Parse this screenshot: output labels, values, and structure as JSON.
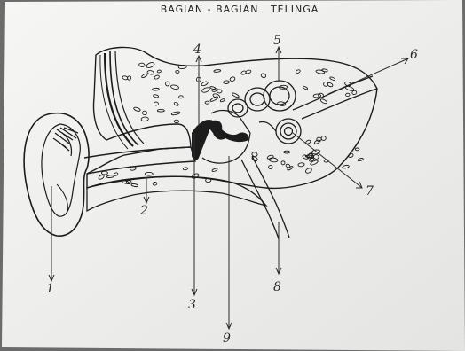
{
  "diagram": {
    "title": "BAGIAN - BAGIAN   TELINGA",
    "labels": [
      "1",
      "2",
      "3",
      "4",
      "5",
      "6",
      "7",
      "8",
      "9"
    ]
  },
  "colors": {
    "paper": "#f1f1ee",
    "ink": "#1c1c1c",
    "background": "#6b6b6b"
  }
}
